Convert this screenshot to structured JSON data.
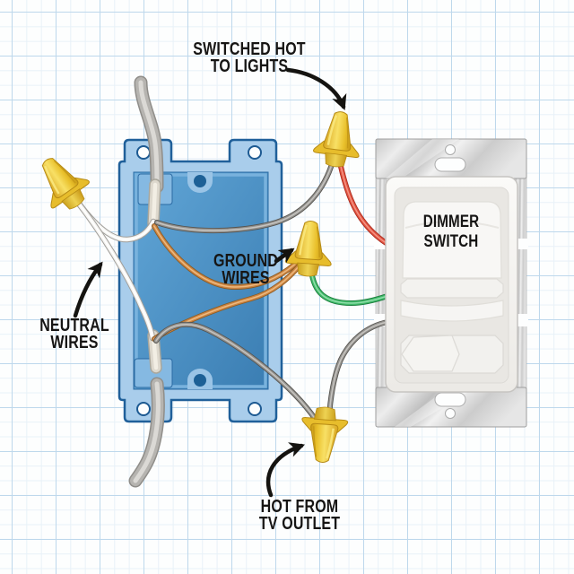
{
  "labels": {
    "switched_hot": {
      "line1": "SWITCHED HOT",
      "line2": "TO LIGHTS"
    },
    "ground": {
      "line1": "GROUND",
      "line2": "WIRES"
    },
    "neutral": {
      "line1": "NEUTRAL",
      "line2": "WIRES"
    },
    "hot_tv": {
      "line1": "HOT FROM",
      "line2": "TV OUTLET"
    },
    "dimmer_switch": {
      "line1": "DIMMER",
      "line2": "SWITCH"
    }
  },
  "colors": {
    "background": "#fdfefe",
    "grid_major": "#bed8ec",
    "grid_minor": "#e8f1f8",
    "box_shell_blue": "#a9cdeb",
    "box_interior_blue": "#4a93c7",
    "box_outline_blue": "#20609a",
    "wire_nut_yellow": "#f2cf3e",
    "cable_gray": "#b6b4b0",
    "neutral_wire_white": "#f5f4f1",
    "ground_wire_copper": "#cd8544",
    "hot_wire_gray": "#94928e",
    "switched_lead_red": "#e05340",
    "ground_lead_green": "#3fb968",
    "switch_body_white": "#f7f6f4",
    "mounting_strap_gray": "#d4d4d4",
    "label_text": "#161514"
  }
}
